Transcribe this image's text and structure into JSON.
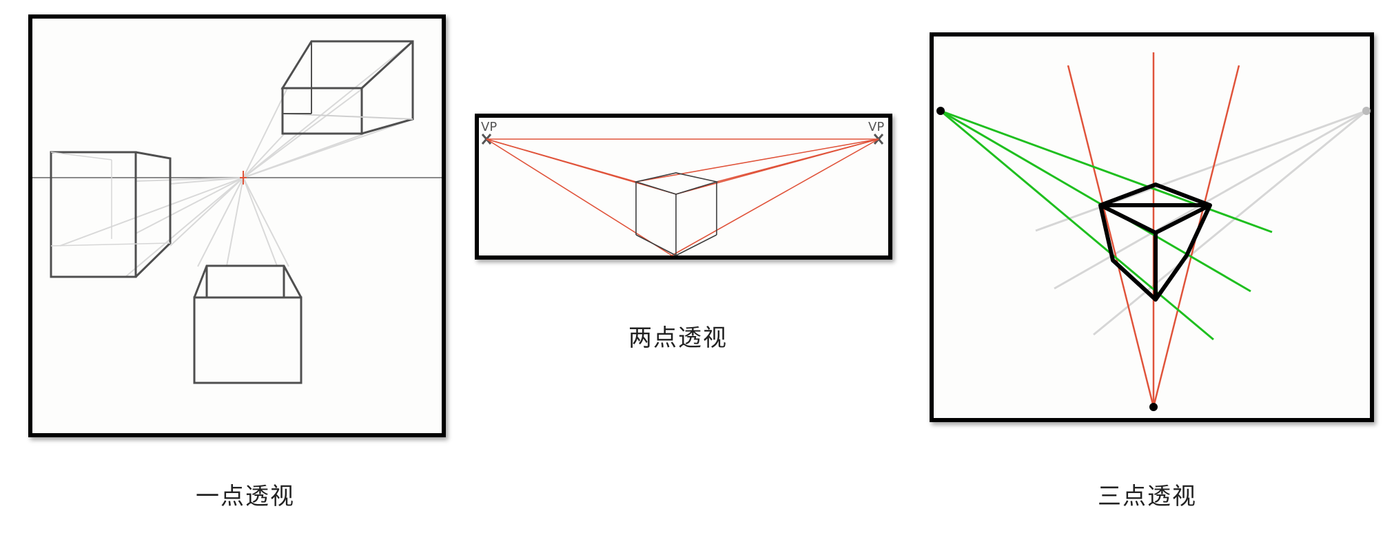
{
  "captions": {
    "one_point": "一点透视",
    "two_point": "两点透视",
    "three_point": "三点透视"
  },
  "two_point_panel": {
    "vp_left_label": "VP",
    "vp_right_label": "VP"
  },
  "colors": {
    "frame": "#000000",
    "cube_lines": "#4a4a4a",
    "guide_gray": "#d6d6d6",
    "red_lines": "#e0533a",
    "green_lines": "#1fbf1f"
  }
}
